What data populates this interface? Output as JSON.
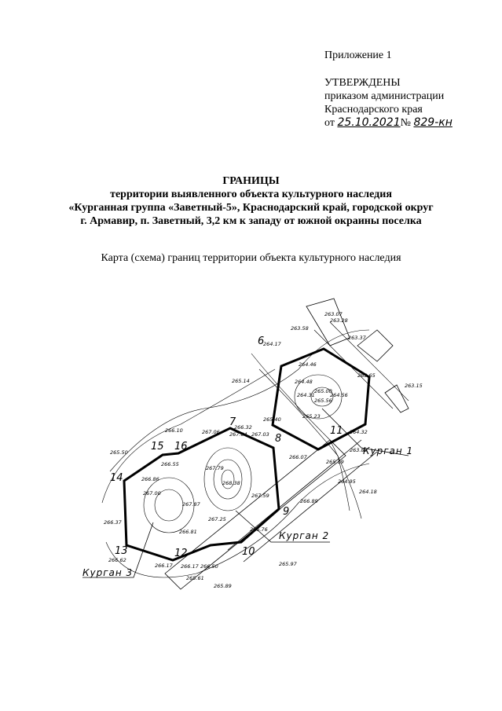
{
  "header": {
    "appendix": "Приложение 1",
    "approved": "УТВЕРЖДЕНЫ",
    "line1": "приказом администрации",
    "line2": "Краснодарского края",
    "from_label": "от",
    "date": "25.10.2021",
    "number_label": "№",
    "number": "829-кн"
  },
  "title": {
    "heading": "ГРАНИЦЫ",
    "line1": "территории выявленного объекта культурного наследия",
    "line2": "«Курганная группа «Заветный-5», Краснодарский край, городской округ",
    "line3": "г. Армавир, п. Заветный, 3,2 км к западу от южной окраины поселка"
  },
  "map": {
    "caption": "Карта (схема) границ территории объекта культурного наследия",
    "kurgan_labels": [
      "Курган 1",
      "Курган 2",
      "Курган 3"
    ],
    "points": [
      "6",
      "7",
      "8",
      "9",
      "10",
      "11",
      "12",
      "13",
      "14",
      "15",
      "16"
    ],
    "elevations": [
      "263.07",
      "263.28",
      "263.58",
      "263.37",
      "264.17",
      "263.65",
      "263.15",
      "264.46",
      "265.14",
      "264.48",
      "265.00",
      "264.56",
      "264.31",
      "265.56",
      "265.40",
      "265.23",
      "264.32",
      "266.32",
      "266.10",
      "265.50",
      "263.89",
      "266.07",
      "265.19",
      "264.95",
      "264.18",
      "266.55",
      "267.06",
      "267.04",
      "267.03",
      "266.86",
      "267.79",
      "268.38",
      "267.87",
      "267.00",
      "266.37",
      "267.59",
      "266.89",
      "267.25",
      "266.81",
      "266.76",
      "266.17",
      "266.62",
      "266.17",
      "265.97",
      "266.50",
      "265.61",
      "265.89"
    ]
  }
}
